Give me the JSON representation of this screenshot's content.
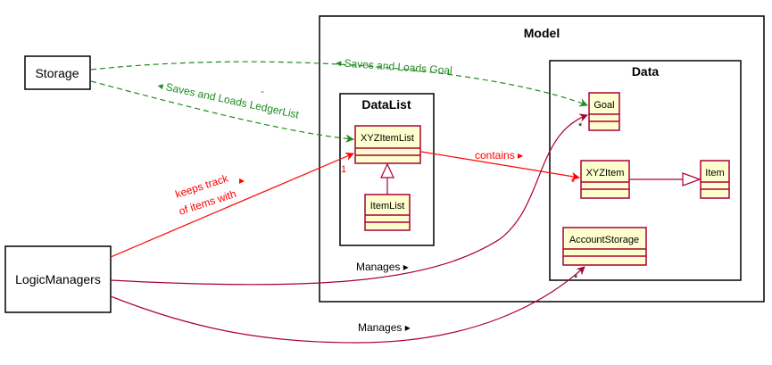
{
  "colors": {
    "class_fill": "#FEFECE",
    "class_border": "#A80036",
    "green": "#228B22",
    "red": "#FF0000",
    "maroon": "#A80036"
  },
  "packages": {
    "model": "Model",
    "data": "Data",
    "datalist": "DataList"
  },
  "components": {
    "storage": "Storage",
    "logic_managers": "LogicManagers"
  },
  "classes": {
    "goal": "Goal",
    "xyz_item_list": "XYZItemList",
    "item_list": "ItemList",
    "xyz_item": "XYZItem",
    "item": "Item",
    "account_storage": "AccountStorage"
  },
  "labels": {
    "saves_loads_goal": "◂ Saves and Loads Goal",
    "saves_loads_ledger": "◂ Saves and Loads LedgerList",
    "stray_mark": "-",
    "contains": "contains ▸",
    "keeps_track_1": "keeps track",
    "keeps_track_2": "of items with",
    "keeps_track_arrow": "▸",
    "manages_1": "Manages ▸",
    "manages_2": "Manages ▸"
  },
  "multiplicities": {
    "goal": "*",
    "xyz_item_list": "1",
    "xyz_item": "*",
    "account_storage": "*"
  }
}
